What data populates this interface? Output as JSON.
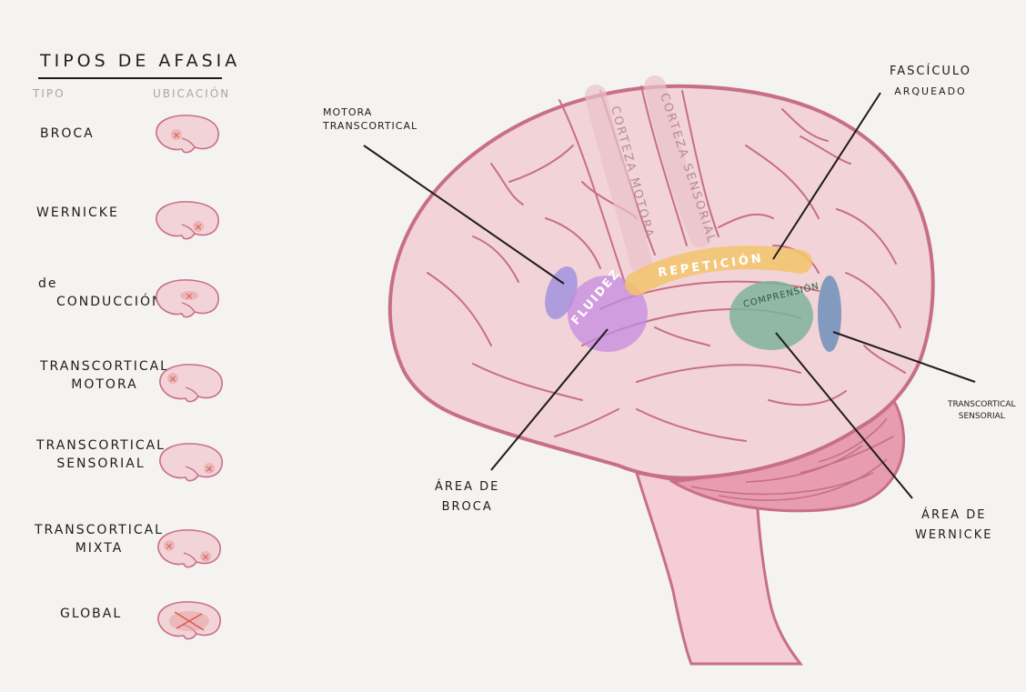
{
  "legend": {
    "title": "TIPOS DE AFASIA",
    "col_type": "TIPO",
    "col_location": "UBICACIÓN",
    "rows": [
      {
        "label_lines": [
          "BROCA"
        ]
      },
      {
        "label_lines": [
          "WERNICKE"
        ]
      },
      {
        "label_lines": [
          "de",
          "CONDUCCIÓN"
        ]
      },
      {
        "label_lines": [
          "TRANSCORTICAL",
          "MOTORA"
        ]
      },
      {
        "label_lines": [
          "TRANSCORTICAL",
          "SENSORIAL"
        ]
      },
      {
        "label_lines": [
          "TRANSCORTICAL",
          "MIXTA"
        ]
      },
      {
        "label_lines": [
          "GLOBAL"
        ]
      }
    ]
  },
  "diagram": {
    "cortex_labels": {
      "motor": "CORTEZA MOTORA",
      "sensory": "CORTEZA SENSORIAL"
    },
    "region_labels": {
      "fluency": "FLUIDEZ",
      "repetition": "REPETICIÓN",
      "comprehension": "COMPRENSIÓN"
    },
    "callouts": {
      "motora_transcortical": [
        "MOTORA",
        "TRANSCORTICAL"
      ],
      "fasciculo_arqueado": [
        "FASCÍCULO",
        "ARQUEADO"
      ],
      "area_broca": [
        "ÁREA DE",
        "BROCA"
      ],
      "area_wernicke": [
        "ÁREA DE",
        "WERNICKE"
      ],
      "transcortical_sensorial": [
        "TRANSCORTICAL",
        "SENSORIAL"
      ]
    }
  },
  "colors": {
    "brain_fill": "#f2d3d8",
    "brain_stroke": "#c76f86",
    "fluency": "#c48be0",
    "motor_transcortical": "#9d8fe0",
    "repetition": "#f3c46b",
    "comprehension": "#7fb39a",
    "sensory_transcortical": "#6f8fb8",
    "lesion_mark": "#d9574e"
  }
}
